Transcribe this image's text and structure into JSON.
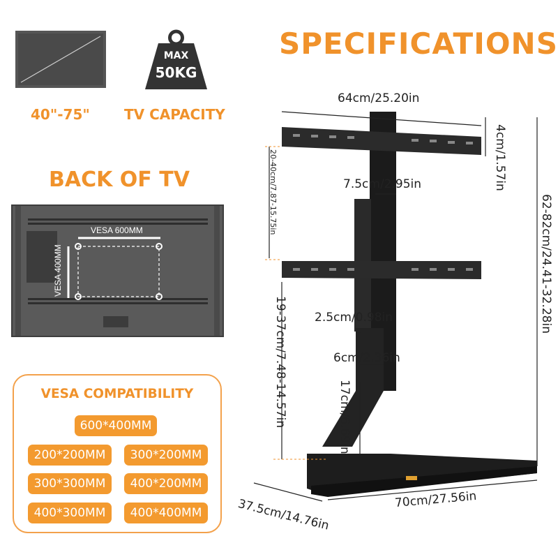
{
  "specs": {
    "title": "SPECIFICATIONS"
  },
  "tv_size": {
    "label": "40\"-75\""
  },
  "capacity": {
    "weight_top": "MAX",
    "weight_value": "50KG",
    "label": "TV CAPACITY"
  },
  "back": {
    "title": "BACK OF TV",
    "vesa_width": "VESA 600MM",
    "vesa_height": "VESA 400MM"
  },
  "vesa": {
    "title": "VESA COMPATIBILITY",
    "options": [
      "600*400MM",
      "200*200MM",
      "300*200MM",
      "300*300MM",
      "400*200MM",
      "400*300MM",
      "400*400MM"
    ]
  },
  "dimensions": {
    "bracket_width": "64cm/25.20in",
    "bracket_height": "4cm/1.57in",
    "bracket_spacing": "20-40cm/7.87-15.75in",
    "column_width": "7.5cm/2.95in",
    "total_height": "62-82cm/24.41-32.28in",
    "lower_height": "19-37cm/7.48-14.57in",
    "column_depth": "2.5cm/0.98in",
    "neck_width": "6cm/2.36in",
    "neck_height": "17cm/6.69in",
    "base_width": "70cm/27.56in",
    "base_depth": "37.5cm/14.76in"
  },
  "colors": {
    "accent": "#f39a2f",
    "metal": "#1e1e1e"
  }
}
